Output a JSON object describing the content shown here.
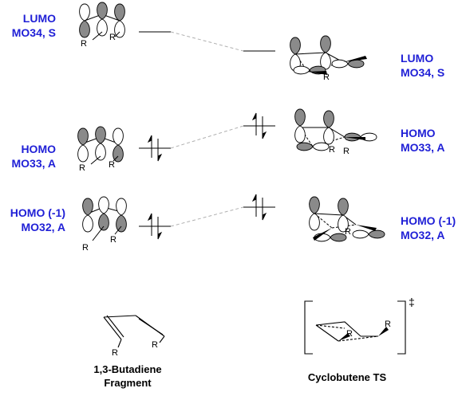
{
  "fragment_levels": [
    {
      "line1": "LUMO",
      "line2": "MO34, S"
    },
    {
      "line1": "HOMO",
      "line2": "MO33, A"
    },
    {
      "line1": "HOMO (-1)",
      "line2": "MO32, A"
    }
  ],
  "ts_levels": [
    {
      "line1": "LUMO",
      "line2": "MO34, S"
    },
    {
      "line1": "HOMO",
      "line2": "MO33, A"
    },
    {
      "line1": "HOMO (-1)",
      "line2": "MO32, A"
    }
  ],
  "substituent_label": "R",
  "transition_state_symbol": "‡",
  "captions": {
    "fragment": {
      "line1": "1,3-Butadiene",
      "line2": "Fragment"
    },
    "ts": {
      "line1": "Cyclobutene TS"
    }
  },
  "colors": {
    "label": "#1f1fd6",
    "lobe_fill": "#8a8a8a",
    "line": "#000000",
    "correlation": "#b0b0b0"
  }
}
